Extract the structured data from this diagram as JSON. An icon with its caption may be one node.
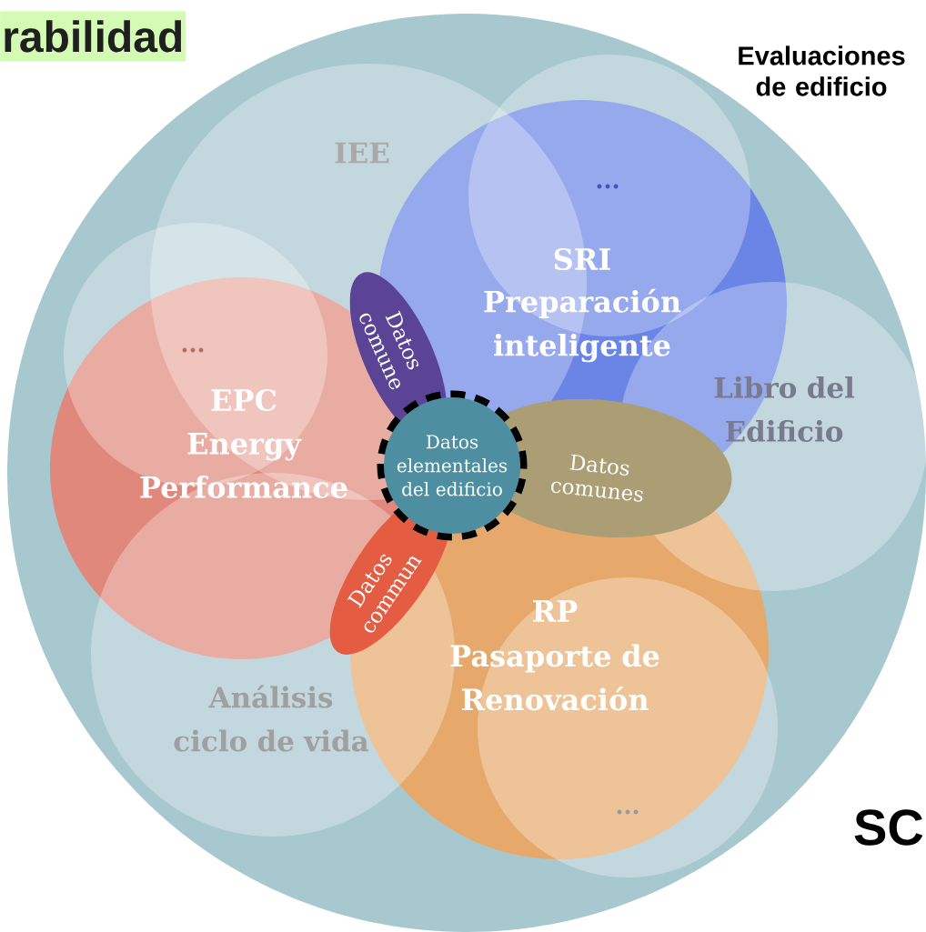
{
  "diagram": {
    "nodes": [
      {
        "text": [
          "Evaluaciones de edificio"
        ]
      },
      {
        "text": [
          "IEE"
        ],
        "in": 0
      },
      {
        "text": [
          "..."
        ],
        "in": 0
      },
      {
        "text": [
          "..."
        ],
        "in": 0
      },
      {
        "text": [
          "SRI",
          "Preparación inteligente"
        ],
        "in": 0
      },
      {
        "text": [
          "Libro del Edificio"
        ],
        "in": 0
      },
      {
        "text": [
          "EPC",
          "Energy Performance"
        ],
        "in": 0
      },
      {
        "text": [
          "Datos comune"
        ],
        "in": 0
      },
      {
        "text": [
          "Datos elementales del edificio"
        ],
        "in": 0
      },
      {
        "text": [
          "Datos comunes"
        ],
        "in": 0
      },
      {
        "text": [
          "Datos commun"
        ],
        "in": 0
      },
      {
        "text": [
          "RP",
          "Pasaporte de Renovación"
        ],
        "in": 0
      },
      {
        "text": [
          "Análisis ciclo de vida"
        ],
        "in": 0
      },
      {
        "text": [
          "..."
        ],
        "in": 0
      },
      {
        "text": [
          "rabilidad"
        ]
      }
    ],
    "labels": [
      "SC"
    ]
  }
}
